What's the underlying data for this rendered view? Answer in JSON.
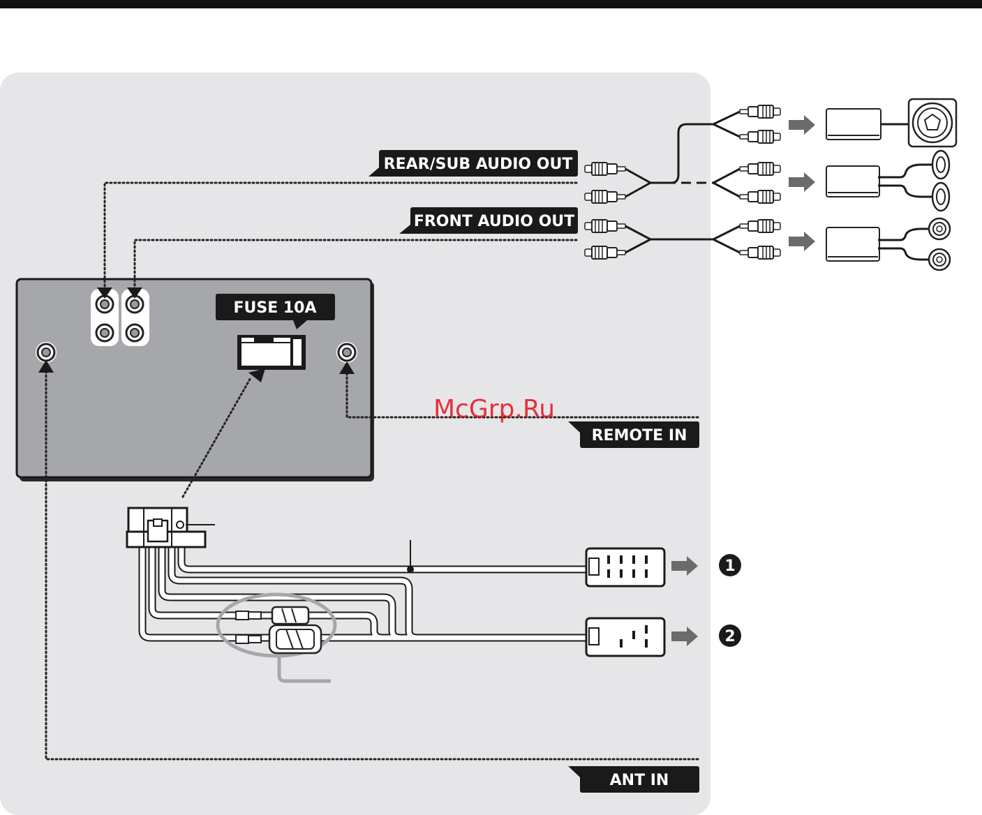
{
  "labels": {
    "rear_sub_audio_out": "REAR/SUB AUDIO OUT",
    "front_audio_out": "FRONT AUDIO OUT",
    "fuse": "FUSE 10A",
    "remote_in": "REMOTE IN",
    "ant_in": "ANT IN"
  },
  "markers": {
    "connector_1": "1",
    "connector_2": "2"
  },
  "watermark": "McGrp.Ru",
  "colors": {
    "panel_bg": "#e6e6e8",
    "unit_body": "#a6a7aa",
    "label_bg": "#1a1a1a",
    "watermark": "#e8101a"
  }
}
